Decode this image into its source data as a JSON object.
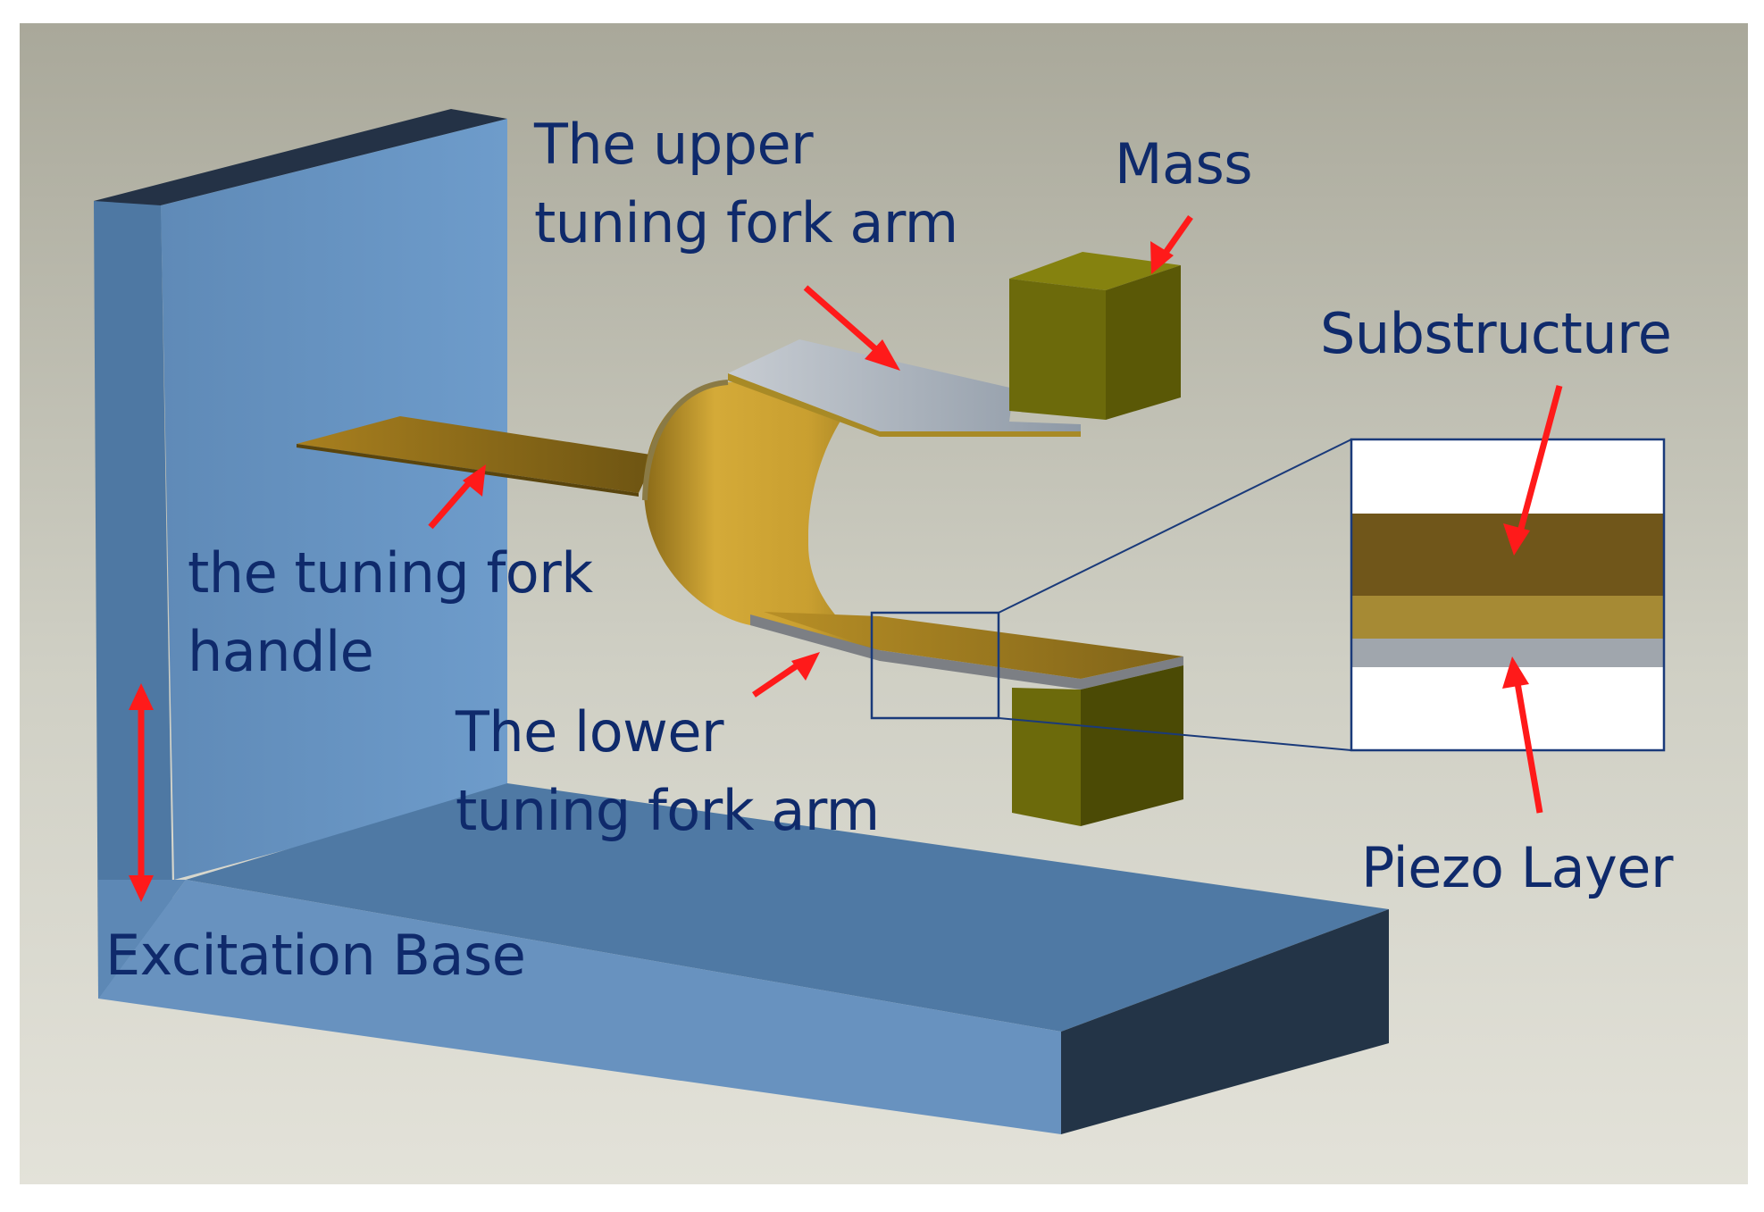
{
  "labels": {
    "upper_arm": [
      "The upper",
      "tuning fork arm"
    ],
    "mass": "Mass",
    "substructure": "Substructure",
    "handle": [
      "the tuning fork",
      "handle"
    ],
    "lower_arm": [
      "The lower",
      "tuning fork arm"
    ],
    "piezo": "Piezo Layer",
    "base": "Excitation Base"
  },
  "colors": {
    "background_top": "#a9a89a",
    "background_bottom": "#e2e1d8",
    "base_face": "#6a96c4",
    "base_top": "#4f7aa6",
    "base_side": "#233447",
    "fork_gold": "#c9a132",
    "fork_dark": "#7a5e10",
    "mass_face": "#6e6c0b",
    "mass_side": "#4b4a05",
    "substructure_layer": "#70561a",
    "piezo_layer": "#a0a3a8",
    "label_text": "#0f2a6b",
    "arrow_red": "#ff1a1a",
    "inset_border": "#1a3a7a"
  }
}
